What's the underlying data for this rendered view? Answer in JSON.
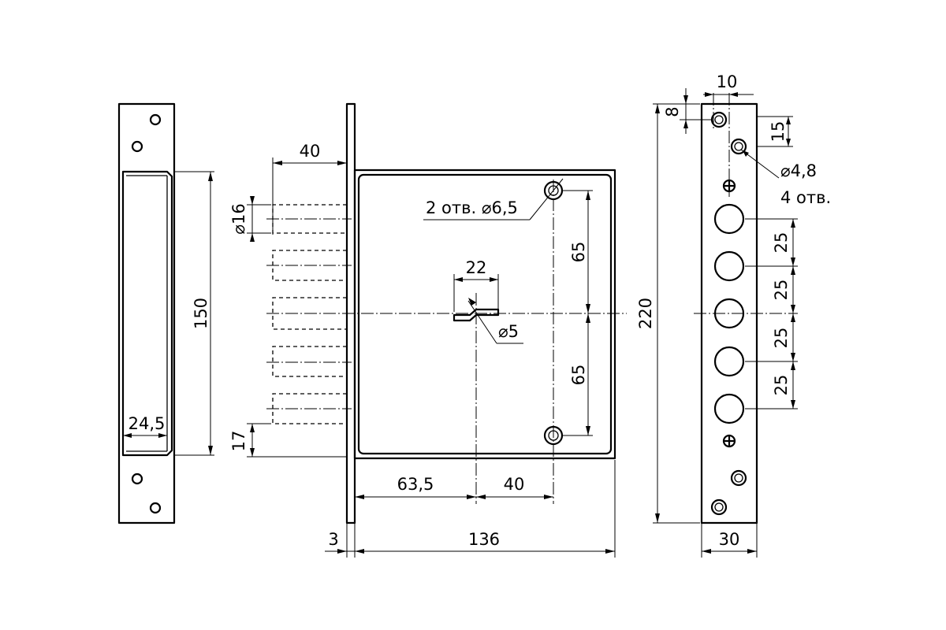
{
  "dimensions": {
    "strike_height": "150",
    "strike_width": "24,5",
    "bolt_throw": "40",
    "bolt_diameter": "⌀16",
    "bolt_offset": "17",
    "key_width": "22",
    "key_hole": "⌀5",
    "mount_holes": "2 отв. ⌀6,5",
    "hole_spacing_top": "65",
    "hole_spacing_bottom": "65",
    "backset": "63,5",
    "key_to_holes": "40",
    "faceplate_thickness": "3",
    "case_width": "136",
    "faceplate_length": "220",
    "screw_offset_x": "10",
    "screw_offset_y": "8",
    "screw_pitch": "15",
    "screw_diameter": "⌀4,8",
    "screw_count": "4 отв.",
    "bolt_pitch_1": "25",
    "bolt_pitch_2": "25",
    "bolt_pitch_3": "25",
    "bolt_pitch_4": "25",
    "faceplate_width": "30"
  }
}
